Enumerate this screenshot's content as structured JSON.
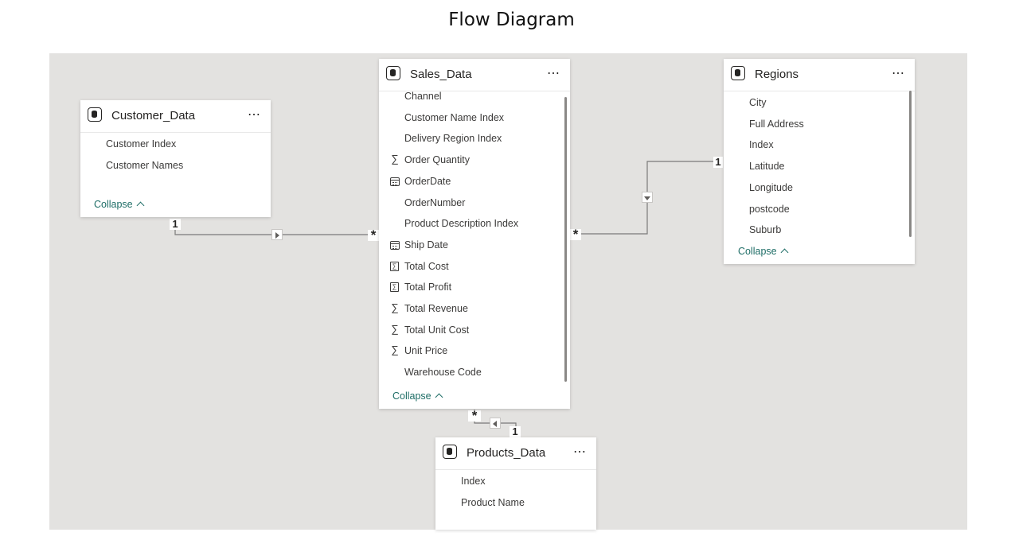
{
  "page": {
    "title": "Flow Diagram"
  },
  "tables": {
    "customer": {
      "name": "Customer_Data",
      "fields": [
        {
          "label": "Customer Index",
          "icon": ""
        },
        {
          "label": "Customer Names",
          "icon": ""
        }
      ],
      "collapse_label": "Collapse"
    },
    "sales": {
      "name": "Sales_Data",
      "fields": [
        {
          "label": "Channel",
          "icon": ""
        },
        {
          "label": "Customer Name Index",
          "icon": ""
        },
        {
          "label": "Delivery Region Index",
          "icon": ""
        },
        {
          "label": "Order Quantity",
          "icon": "sigma-icon"
        },
        {
          "label": "OrderDate",
          "icon": "calendar-icon"
        },
        {
          "label": "OrderNumber",
          "icon": ""
        },
        {
          "label": "Product Description Index",
          "icon": ""
        },
        {
          "label": "Ship Date",
          "icon": "calendar-icon"
        },
        {
          "label": "Total Cost",
          "icon": "calculated-column-icon"
        },
        {
          "label": "Total Profit",
          "icon": "calculated-column-icon"
        },
        {
          "label": "Total Revenue",
          "icon": "sigma-icon"
        },
        {
          "label": "Total Unit Cost",
          "icon": "sigma-icon"
        },
        {
          "label": "Unit Price",
          "icon": "sigma-icon"
        },
        {
          "label": "Warehouse Code",
          "icon": ""
        }
      ],
      "collapse_label": "Collapse"
    },
    "regions": {
      "name": "Regions",
      "fields": [
        {
          "label": "City",
          "icon": ""
        },
        {
          "label": "Full Address",
          "icon": ""
        },
        {
          "label": "Index",
          "icon": ""
        },
        {
          "label": "Latitude",
          "icon": ""
        },
        {
          "label": "Longitude",
          "icon": ""
        },
        {
          "label": "postcode",
          "icon": ""
        },
        {
          "label": "Suburb",
          "icon": ""
        }
      ],
      "collapse_label": "Collapse"
    },
    "products": {
      "name": "Products_Data",
      "fields": [
        {
          "label": "Index",
          "icon": ""
        },
        {
          "label": "Product Name",
          "icon": ""
        }
      ]
    }
  },
  "relationships": {
    "customer_sales": {
      "one": "1",
      "many": "*"
    },
    "regions_sales": {
      "one": "1",
      "many": "*"
    },
    "products_sales": {
      "one": "1",
      "many": "*"
    }
  },
  "menu_icon": "ellipsis-icon",
  "colors": {
    "canvas": "#e3e2e0",
    "link": "#1f6e67",
    "line": "#7a7a7a"
  }
}
